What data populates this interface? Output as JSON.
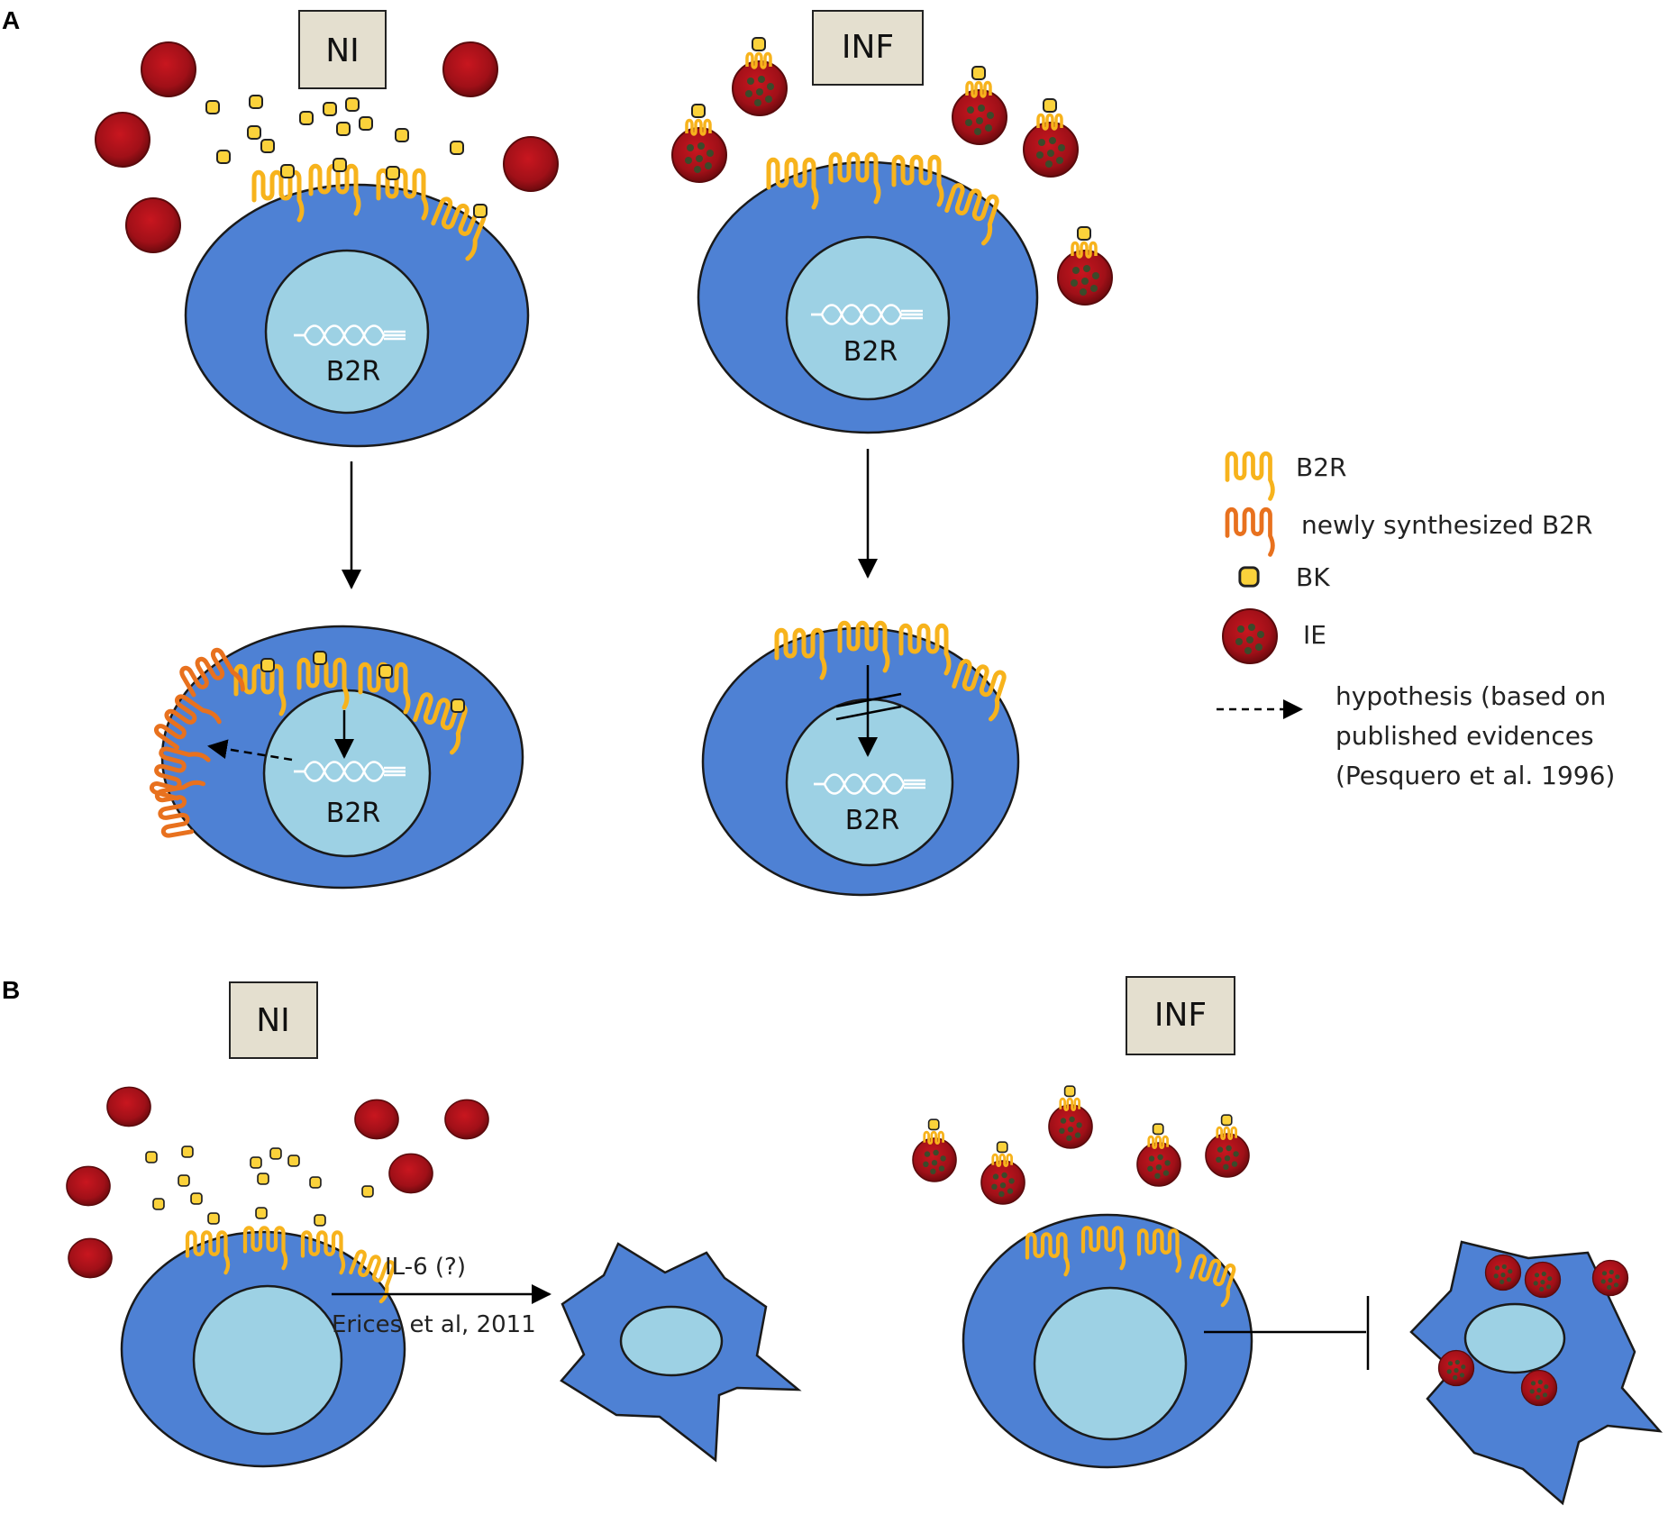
{
  "panels": {
    "a": "A",
    "b": "B"
  },
  "panel_a": {
    "ni": "NI",
    "inf": "INF",
    "gene_label": "B2R"
  },
  "panel_b": {
    "ni": "NI",
    "inf": "INF",
    "arrow_label": "IL-6 (?)",
    "citation": "Erices et al, 2011"
  },
  "legend": {
    "b2r": "B2R",
    "newly": "newly synthesized B2R",
    "bk": "BK",
    "ie": "IE",
    "hyp_line1": "hypothesis (based on",
    "hyp_line2": "published evidences",
    "hyp_line3": "(Pesquero et al. 1996)"
  },
  "colors": {
    "cell": "#4e81d4",
    "nucleus": "#9dd1e4",
    "outline": "#1a1a1a",
    "receptor": "#f7b31c",
    "receptor_new": "#e8711e",
    "bk": "#fbd23b",
    "ie": "#c0141c",
    "ie_dark": "#6e0a0e",
    "dot": "#3b4a2a",
    "box": "#e4dfcf"
  }
}
